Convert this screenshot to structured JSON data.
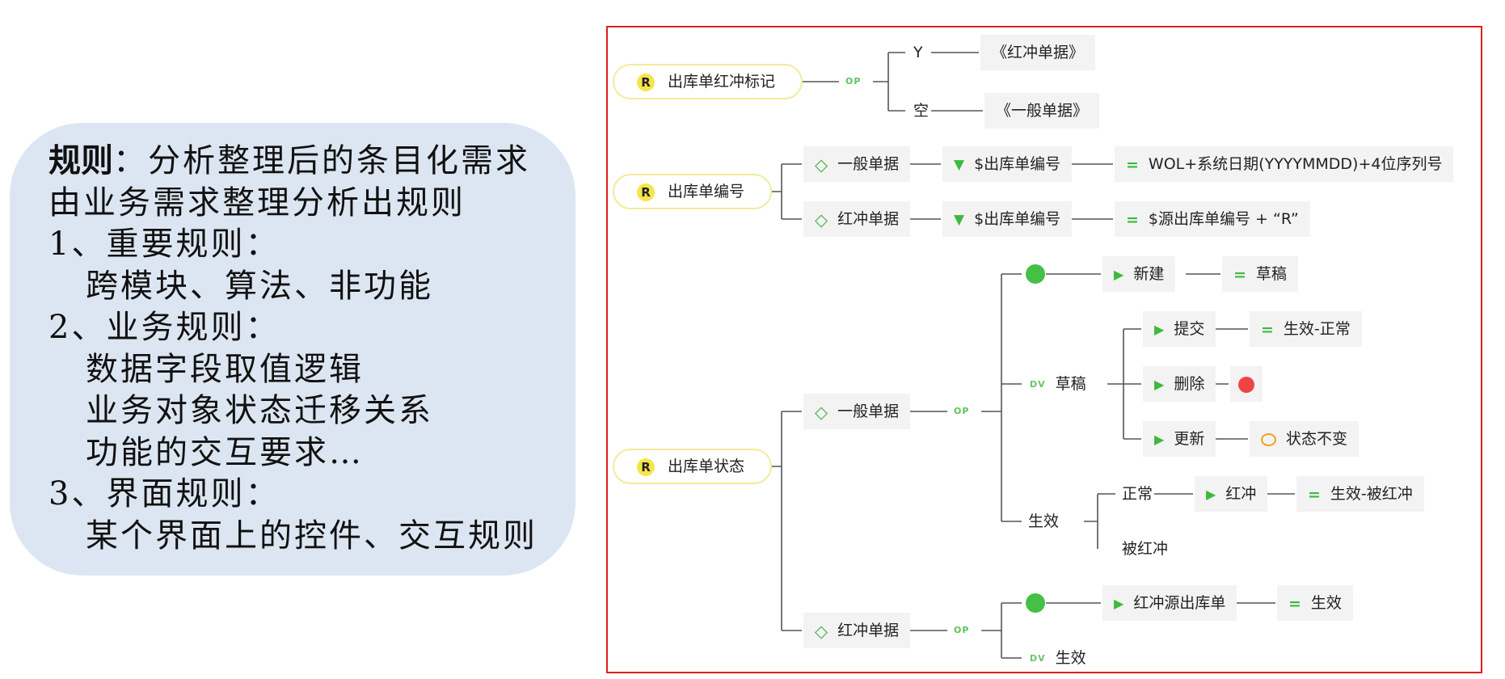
{
  "rules_card": {
    "title_keyword": "规则",
    "title_rest": "：分析整理后的条目化需求",
    "line2": "由业务需求整理分析出规则",
    "sec1_title": "1、重要规则：",
    "sec1_item": "跨模块、算法、非功能",
    "sec2_title": "2、业务规则：",
    "sec2_items": [
      "数据字段取值逻辑",
      "业务对象状态迁移关系",
      "功能的交互要求…"
    ],
    "sec3_title": "3、界面规则：",
    "sec3_item": "某个界面上的控件、交互规则"
  },
  "mind_map": {
    "colors": {
      "frame": "#e02020",
      "root_border": "#f2eb9a",
      "badge": "#f5e54a",
      "green": "#44c044",
      "red": "#f04444",
      "line": "#555555"
    },
    "marker_op": "OP",
    "marker_dv": "DV",
    "marker_r": "R",
    "tree1": {
      "root": "出库单红冲标记",
      "options": [
        "Y",
        "空"
      ],
      "values": [
        "《红冲单据》",
        "《一般单据》"
      ]
    },
    "tree2": {
      "root": "出库单编号",
      "branches": [
        {
          "type": "一般单据",
          "field": "$出库单编号",
          "value": "WOL+系统日期(YYYYMMDD)+4位序列号"
        },
        {
          "type": "红冲单据",
          "field": "$出库单编号",
          "value": "$源出库单编号 + “R”"
        }
      ]
    },
    "tree3": {
      "root": "出库单状态",
      "normal": {
        "type": "一般单据",
        "new_action": "新建",
        "new_result": "草稿",
        "draft_state": "草稿",
        "submit_action": "提交",
        "submit_result": "生效-正常",
        "delete_action": "删除",
        "update_action": "更新",
        "update_result": "状态不变",
        "effective_state": "生效",
        "normal_sub": "正常",
        "redflush_action": "红冲",
        "redflush_result": "生效-被红冲",
        "redflushed_sub": "被红冲"
      },
      "reversal": {
        "type": "红冲单据",
        "action": "红冲源出库单",
        "result": "生效",
        "dv_state": "生效"
      }
    }
  }
}
